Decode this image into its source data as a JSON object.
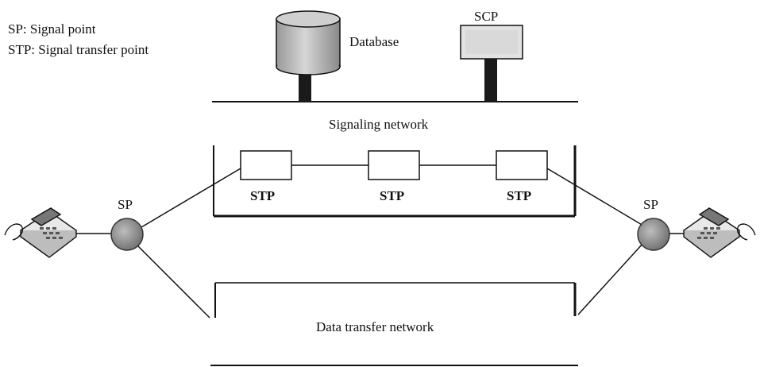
{
  "legend": {
    "sp": "SP: Signal point",
    "stp": "STP: Signal transfer point"
  },
  "labels": {
    "database": "Database",
    "scp": "SCP",
    "signaling_network": "Signaling network",
    "stp": "STP",
    "sp": "SP",
    "data_transfer_network": "Data transfer network"
  },
  "colors": {
    "line": "#111111",
    "sp_node": "#8a8a8a",
    "db_fill": "#bcbcbc",
    "scp_fill": "#e2e2e2"
  },
  "icons": [
    "telephone-icon",
    "database-cylinder-icon",
    "scp-box-icon"
  ]
}
